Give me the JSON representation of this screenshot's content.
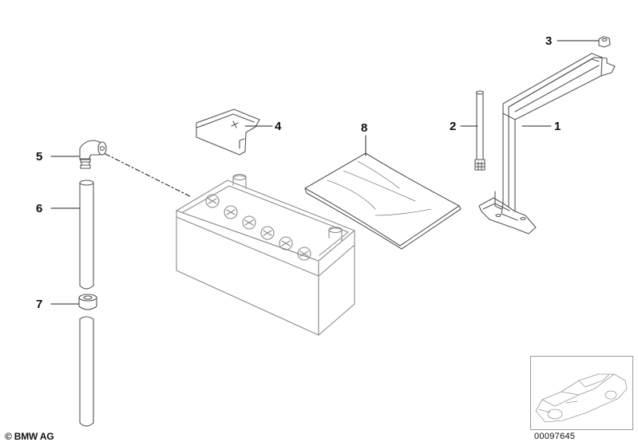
{
  "callouts": [
    {
      "number": "1",
      "part": "battery-holder-bracket"
    },
    {
      "number": "2",
      "part": "bolt"
    },
    {
      "number": "3",
      "part": "nut"
    },
    {
      "number": "4",
      "part": "cover-plate"
    },
    {
      "number": "5",
      "part": "vent-elbow"
    },
    {
      "number": "6",
      "part": "vent-hose-upper"
    },
    {
      "number": "7",
      "part": "grommet"
    },
    {
      "number": "8",
      "part": "battery-mat"
    }
  ],
  "footer": {
    "copyright": "© BMW AG",
    "diagram_id": "00097645"
  },
  "colors": {
    "line": "#222222",
    "part_line": "#7a7a7a",
    "fill": "#ffffff"
  },
  "icons": {
    "thumbnail": "car-location-thumbnail-icon"
  }
}
